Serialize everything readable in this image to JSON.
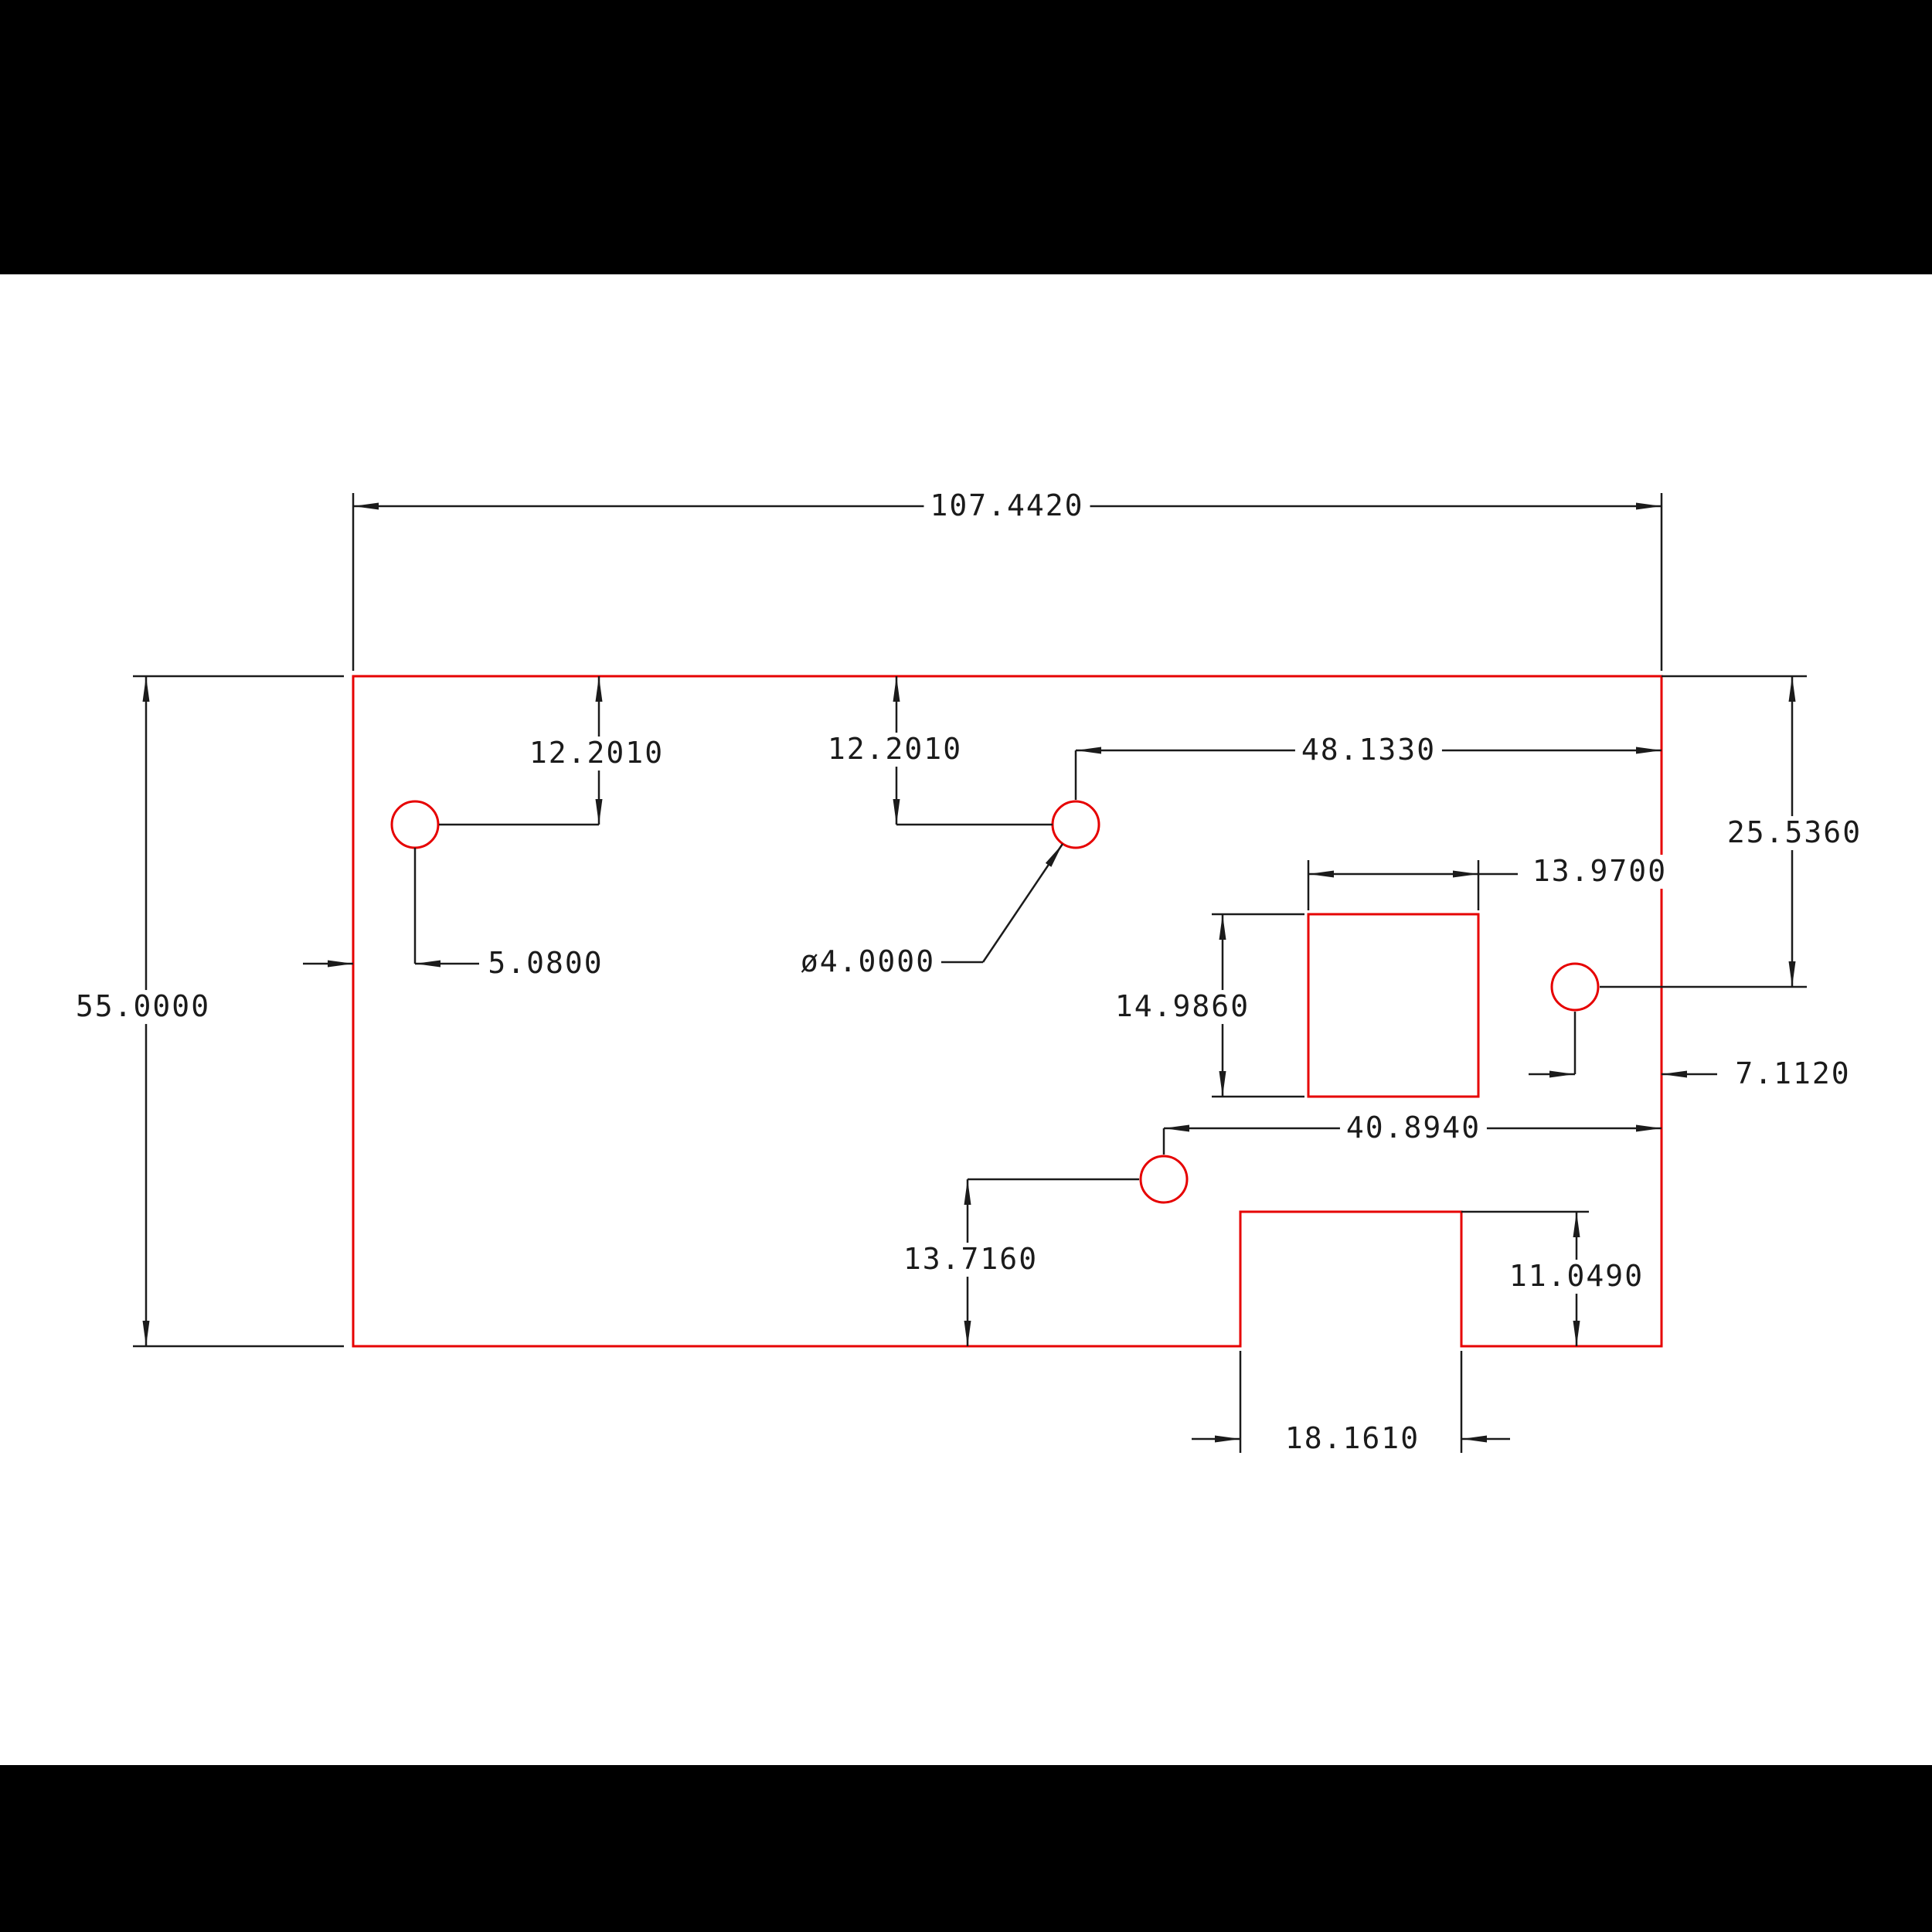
{
  "scene": {
    "letterbox_color": "#000000",
    "canvas_color": "#ffffff"
  },
  "drawing": {
    "kind": "2D CAD part drawing with dimensions",
    "outline_color": "#e60000",
    "dimension_color": "#1b1b1b",
    "labels": {
      "overall_width": "107.4420",
      "overall_height": "55.0000",
      "hole1_offset_top": "12.2010",
      "hole1_offset_left": "5.0800",
      "hole2_offset_top": "12.2010",
      "hole2_offset_right": "48.1330",
      "hole_diameter": "ø4.0000",
      "hole3_offset_top": "25.5360",
      "hole3_offset_right": "7.1120",
      "cutout_width": "13.9700",
      "cutout_height": "14.9860",
      "hole4_offset_right": "40.8940",
      "hole4_offset_bottom": "13.7160",
      "notch_height": "11.0490",
      "notch_width": "18.1610"
    }
  }
}
